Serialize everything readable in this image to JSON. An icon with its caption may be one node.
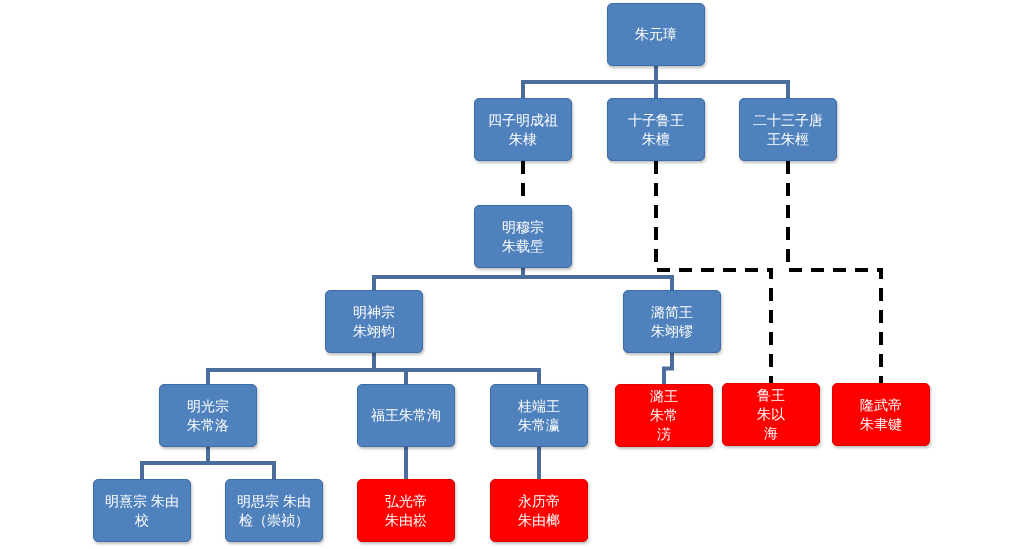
{
  "diagram": {
    "nodes": [
      {
        "text": [
          "朱元璋"
        ]
      },
      {
        "text": [
          "四子明成祖朱棣"
        ]
      },
      {
        "text": [
          "十子鲁王朱檀"
        ]
      },
      {
        "text": [
          "二十三子唐王朱桱"
        ]
      },
      {
        "text": [
          "明穆宗朱载垕"
        ]
      },
      {
        "text": [
          "明神宗朱翊钧"
        ]
      },
      {
        "text": [
          "潞简王朱翊镠"
        ]
      },
      {
        "text": [
          "明光宗朱常洛"
        ]
      },
      {
        "text": [
          "福王朱常洵"
        ]
      },
      {
        "text": [
          "桂端王朱常瀛"
        ]
      },
      {
        "text": [
          "潞王朱常淓"
        ]
      },
      {
        "text": [
          "鲁王朱以海"
        ]
      },
      {
        "text": [
          "隆武帝朱聿键"
        ]
      },
      {
        "text": [
          "明熹宗 朱由校"
        ]
      },
      {
        "text": [
          "明思宗 朱由检（崇祯）"
        ]
      },
      {
        "text": [
          "弘光帝朱由崧"
        ]
      },
      {
        "text": [
          "永历帝朱由榔"
        ]
      }
    ],
    "edges": [
      {
        "from": 0,
        "to": 1,
        "arrow": "none"
      },
      {
        "from": 0,
        "to": 2,
        "arrow": "none"
      },
      {
        "from": 0,
        "to": 3,
        "arrow": "none"
      },
      {
        "from": 1,
        "to": 4,
        "arrow": "none",
        "style": "dashed",
        "color": "#000000"
      },
      {
        "from": 4,
        "to": 5,
        "arrow": "none"
      },
      {
        "from": 4,
        "to": 6,
        "arrow": "none"
      },
      {
        "from": 5,
        "to": 7,
        "arrow": "none"
      },
      {
        "from": 5,
        "to": 8,
        "arrow": "none"
      },
      {
        "from": 5,
        "to": 9,
        "arrow": "none"
      },
      {
        "from": 6,
        "to": 10,
        "arrow": "none"
      },
      {
        "from": 7,
        "to": 13,
        "arrow": "none"
      },
      {
        "from": 7,
        "to": 14,
        "arrow": "none"
      },
      {
        "from": 8,
        "to": 15,
        "arrow": "none"
      },
      {
        "from": 9,
        "to": 16,
        "arrow": "none"
      },
      {
        "from": 2,
        "to": 11,
        "arrow": "none",
        "style": "dashed",
        "color": "#000000"
      },
      {
        "from": 3,
        "to": 12,
        "arrow": "none",
        "style": "dashed",
        "color": "#000000"
      }
    ]
  }
}
